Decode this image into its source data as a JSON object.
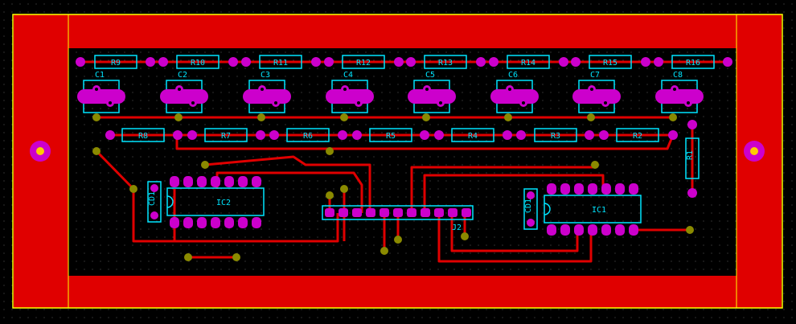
{
  "colors": {
    "background": "#000000",
    "copper": "#e00000",
    "outline": "#ffff00",
    "silk": "#00e5ff",
    "pad": "#cc00cc",
    "via": "#8a8a00",
    "grid": "#505050"
  },
  "labels": {
    "r9": "R9",
    "r10": "R10",
    "r11": "R11",
    "r12": "R12",
    "r13": "R13",
    "r14": "R14",
    "r15": "R15",
    "r16": "R16",
    "r8": "R8",
    "r7": "R7",
    "r6": "R6",
    "r5": "R5",
    "r4": "R4",
    "r3": "R3",
    "r2": "R2",
    "r1": "R1",
    "c1": "C1",
    "c2": "C2",
    "c3": "C3",
    "c4": "C4",
    "c5": "C5",
    "c6": "C6",
    "c7": "C7",
    "c8": "C8",
    "ic1": "IC1",
    "ic2": "IC2",
    "j2": "J2",
    "cd1_left": "CD1",
    "cd1_right": "CD1"
  }
}
